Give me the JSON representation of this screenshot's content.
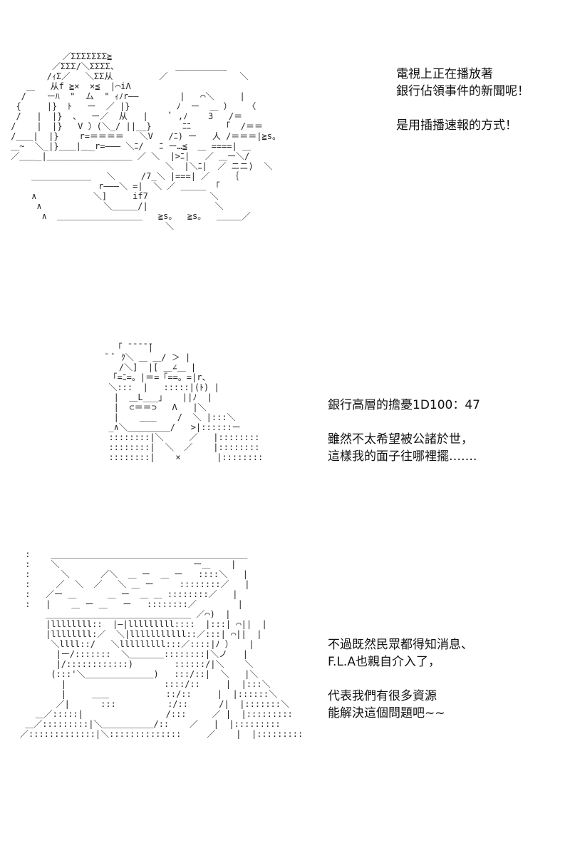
{
  "panels": [
    {
      "caption_lines": [
        "電視上正在播放著",
        "銀行佔領事件的新聞呢！"
      ],
      "caption_lines_2": [
        "是用插播速報的方式！"
      ],
      "art": "           ／ΣΣΣΣΣΣΣ≧\n         ／ΣΣΣ/＼ΣΣΣΣ、           ＿＿＿＿＿＿\n        /ｨΣ／   ＼ΣΣ从         ／              ＼\n    ＿   从f ≧×  ×≦  |⌒iΛ\n   /    ーﾊ  \"  ム  \" ｨﾉr――        |   ⌒＼     |\n  {     |}  ﾄ   ー  ／ |}         ﾉ  ー  ＿ ）   〈\n  /   |  |}  、  ー／  从   |    ﾟ ,ﾉ    3   /＝\n /    |  |}   V ）(＼_/ ||__}      ﾆﾆ      「  /＝＝\n /＿＿|  |}    r=＝＝＝＝   ＼V   /ﾆ) ー   人 /＝＝＝|≧s。\n ＿~  ＼_|}＿＿|＿_r=――― ＼ﾆ/   ﾆ ー…≦  ＿ ====| ＿\n ／＿＿_|＿＿＿＿＿＿＿＿＿＿ ／ ＼  |>ﾆ|   ／ ＿ー＼/\n                               ＼  |＼ﾆ|  ／ ニニ)  ＼\n     ＿＿＿＿＿＿＿   ＼     /7_＼ |===| ／    ｛\n                  r―――＼ =|  ＼ ／ ＿＿＿ 「\n     ∧           ＼]     if7            ＼\n      ∧            ＼＿＿＿/|             ＼\n       ∧  ＿＿＿＿＿＿＿＿＿＿   ≧s。  ≧s。  ＿＿＿／\n                               ＼"
    },
    {
      "caption_lines": [
        "銀行高層的擔憂1D100：47"
      ],
      "caption_lines_2": [
        "雖然不太希望被公諸於世，",
        "這樣我的面子往哪裡擺……."
      ],
      "art": "   「 ̄ ̄ ̄ ̄ ̄|\n  ﾞ ﾞ ｸ＼ ＿ ＿/ ＞ |\n    /＼]  |[ ＿∠＿ |\n  「=ﾆ=。|＝=「==。=|r、\n  ＼:::  |   :::::|(ﾄ) |\n   |  ＿L___」   ||ﾉ  |\n   |  ⊂＝＝⊃   Λ   |＼\n   |    ＿＿    /  ＼ |:::＼\n  _∧＼＿＿＿＿＿/   >|::::::ー\n  ::::::::|＼     ／   |::::::::\n  ::::::::|  ＼  ／    |::::::::\n  ::::::::|    ×       |::::::::"
    },
    {
      "caption_lines": [
        "不過既然民眾都得知消息、",
        "F.L.A也親自介入了，"
      ],
      "caption_lines_2": [
        "代表我們有很多資源",
        "能解決這個問題吧~~"
      ],
      "art": " :    ＿＿＿＿＿＿＿＿＿＿＿＿＿＿＿＿＿＿＿＿＿＿＿\n :    ＼                          ー＿    |\n :      ＼      ／＼  ＿ ー  ＿ ー   ::::＼   |\n :     ／  ＼  ／   ＼ ＿ ー     ::::::::／   |\n :   ／ー ＿      ＿ ー  ＿ ＿ ::::::::／   |\n :   |    ＿ ー ＿   ー   ::::::::／        |\n     ＿＿＿＿＿＿＿＿＿＿＿＿＿＿＿＿＿ ／⌒)  |\n     |llllllll::  |―|lllllllll::::  |:::| ⌒||  |\n     |llllllll:／  ＼|lllllllllll::／:::| ⌒||  |\n      ＼llll::/   ＼lllllllll:::／::::|ﾉ ）   |\n       |ー/:::::::  ＼＿＿＿＿::::::::|＼ノ   |\n       |/::::::::::::)        ::::::/|＼    ＼\n      (:::'＼＿＿＿＿＿＿＿＿)   :::/::|  ＼   |＼\n        |                   ::::/::     |  |:::＼\n        |     ＿＿           ::/::     |  |::::::＼\n       ／|      :::          :/::      /|  |:::::::＼\n   ＿／:::::|                /:::     ／ |  |:::::::::\n ＿／:::::::::|＼＿＿＿＿＿＿/::    ／   |  |:::::::::\n／:::::::::::::|＼::::::::::::::     ／    |  |:::::::::"
    }
  ]
}
